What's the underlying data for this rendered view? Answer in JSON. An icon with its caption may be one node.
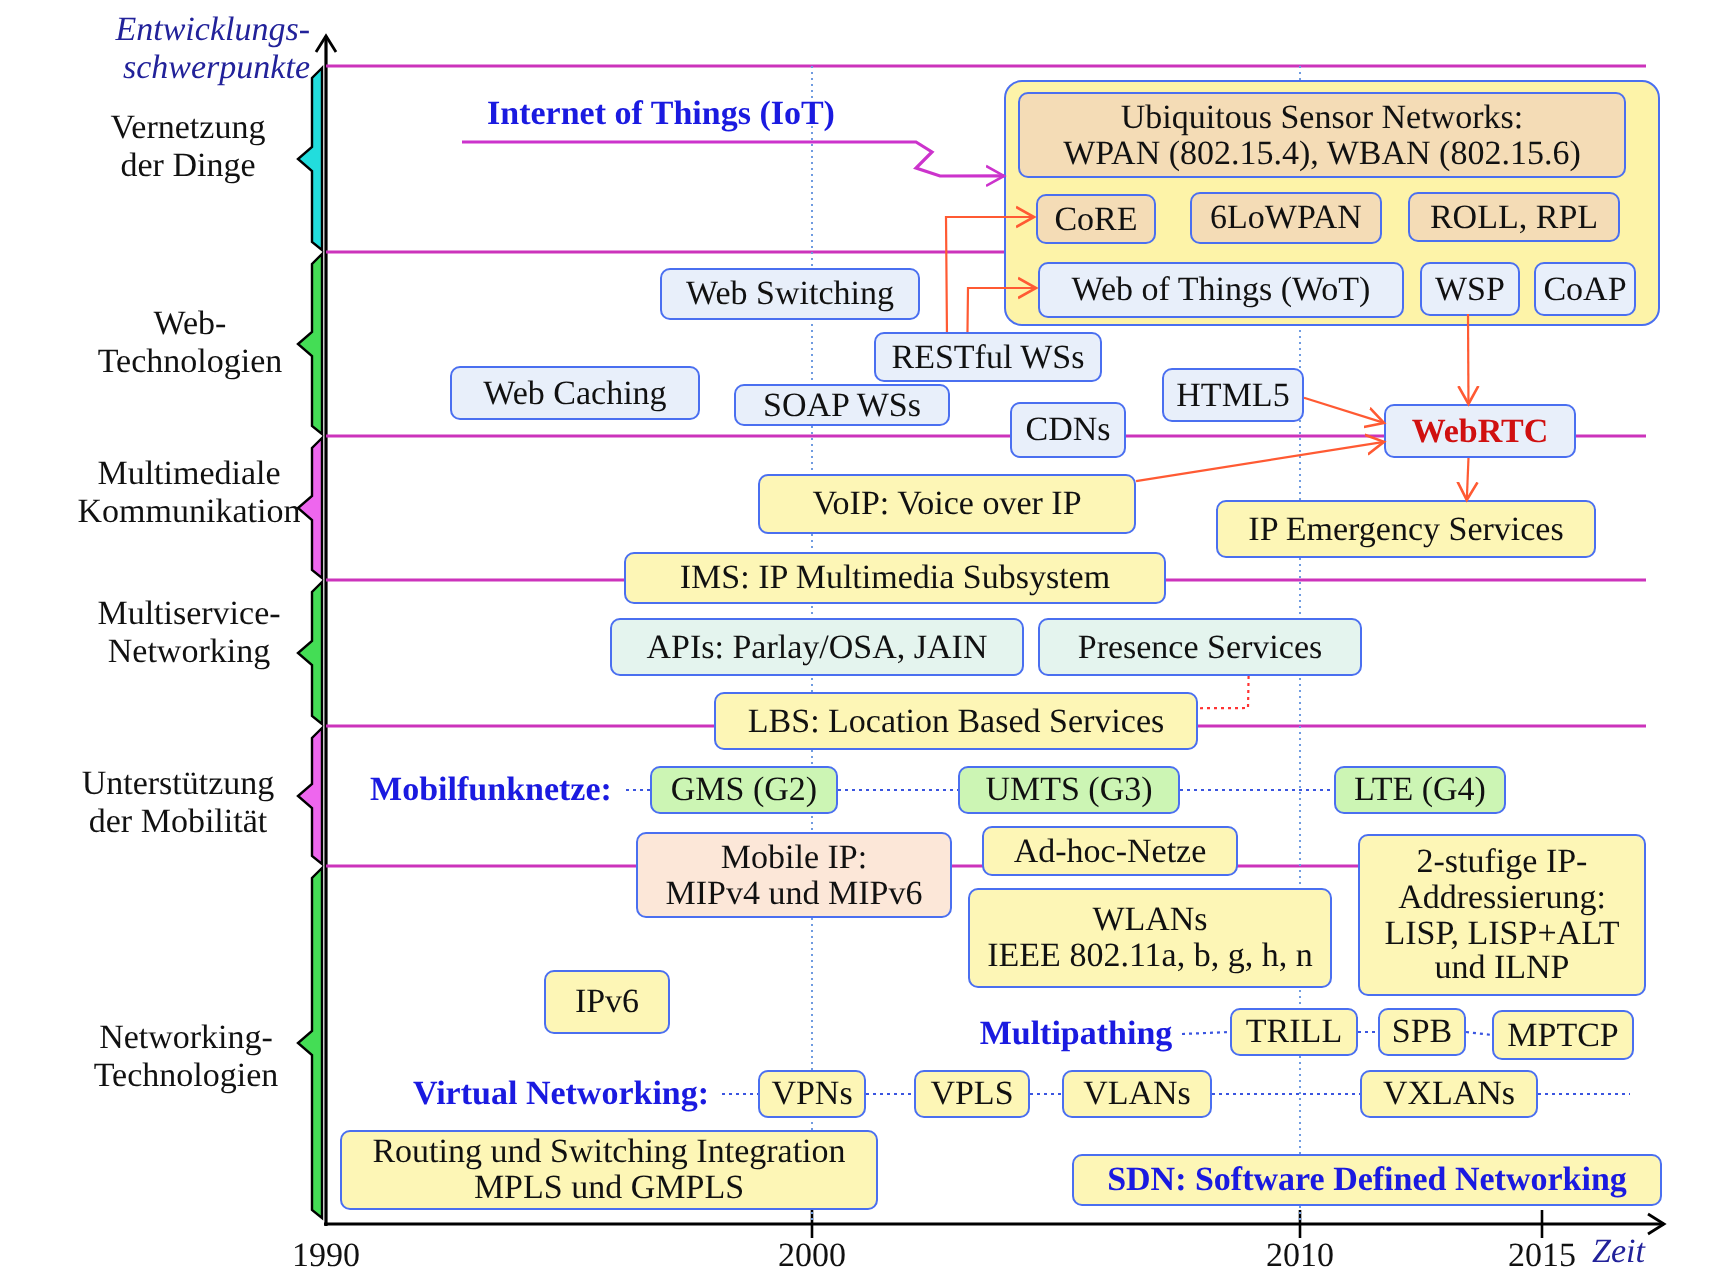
{
  "diagram": {
    "nodes": [
      {
        "text": [
          "Internet of Things (IoT)"
        ]
      },
      {
        "text": [],
        "shape": "box"
      },
      {
        "text": [
          "Ubiquitous Sensor Networks:",
          "WPAN (802.15.4), WBAN (802.15.6)"
        ],
        "in": 1
      },
      {
        "text": [
          "CoRE"
        ],
        "in": 1
      },
      {
        "text": [
          "6LoWPAN"
        ],
        "in": 1
      },
      {
        "text": [
          "ROLL, RPL"
        ],
        "in": 1
      },
      {
        "text": [
          "Web of Things (WoT)"
        ],
        "in": 1
      },
      {
        "text": [
          "WSP"
        ],
        "in": 1
      },
      {
        "text": [
          "CoAP"
        ],
        "in": 1
      },
      {
        "text": [
          "Web Switching"
        ]
      },
      {
        "text": [
          "Web Caching"
        ]
      },
      {
        "text": [
          "SOAP WSs"
        ]
      },
      {
        "text": [
          "RESTful WSs"
        ]
      },
      {
        "text": [
          "HTML5"
        ]
      },
      {
        "text": [
          "CDNs"
        ]
      },
      {
        "text": [
          "WebRTC"
        ]
      },
      {
        "text": [
          "VoIP: Voice over IP"
        ]
      },
      {
        "text": [
          "IP Emergency Services"
        ]
      },
      {
        "text": [
          "IMS: IP Multimedia Subsystem"
        ]
      },
      {
        "text": [
          "APIs: Parlay/OSA, JAIN"
        ]
      },
      {
        "text": [
          "Presence Services"
        ]
      },
      {
        "text": [
          "LBS: Location Based Services"
        ]
      },
      {
        "text": [
          "Mobilfunknetze:"
        ]
      },
      {
        "text": [
          "GMS (G2)"
        ]
      },
      {
        "text": [
          "UMTS (G3)"
        ]
      },
      {
        "text": [
          "LTE (G4)"
        ]
      },
      {
        "text": [
          "Mobile IP:",
          "MIPv4 und MIPv6"
        ]
      },
      {
        "text": [
          "Ad-hoc-Netze"
        ]
      },
      {
        "text": [
          "WLANs",
          "IEEE 802.11a, b, g, h, n"
        ]
      },
      {
        "text": [
          "2-stufige IP-Addressierung:",
          "LISP, LISP+ALT und ILNP"
        ]
      },
      {
        "text": [
          "IPv6"
        ]
      },
      {
        "text": [
          "Multipathing"
        ]
      },
      {
        "text": [
          "TRILL"
        ]
      },
      {
        "text": [
          "SPB"
        ]
      },
      {
        "text": [
          "MPTCP"
        ]
      },
      {
        "text": [
          "Virtual Networking:"
        ]
      },
      {
        "text": [
          "VPNs"
        ]
      },
      {
        "text": [
          "VPLS"
        ]
      },
      {
        "text": [
          "VLANs"
        ]
      },
      {
        "text": [
          "VXLANs"
        ]
      },
      {
        "text": [
          "Routing und Switching Integration",
          "MPLS und GMPLS"
        ]
      },
      {
        "text": [
          "SDN: Software Defined Networking"
        ]
      }
    ],
    "edges": [
      {
        "from": 0,
        "to": 1,
        "arrow": "to",
        "color": "#cc33cc"
      },
      {
        "from": 12,
        "to": 3,
        "arrow": "to",
        "color": "#ff5a33"
      },
      {
        "from": 12,
        "to": 6,
        "arrow": "to",
        "color": "#ff5a33"
      },
      {
        "from": 7,
        "to": 15,
        "arrow": "to",
        "color": "#ff5a33"
      },
      {
        "from": 13,
        "to": 15,
        "arrow": "to",
        "color": "#ff5a33"
      },
      {
        "from": 16,
        "to": 15,
        "arrow": "to",
        "color": "#ff5a33"
      },
      {
        "from": 15,
        "to": 17,
        "arrow": "to",
        "color": "#ff5a33"
      },
      {
        "from": 20,
        "to": 21,
        "arrow": "none",
        "style": "dashed",
        "color": "#ff3333"
      },
      {
        "from": 22,
        "to": 23,
        "arrow": "none",
        "style": "dashed"
      },
      {
        "from": 23,
        "to": 24,
        "arrow": "none",
        "style": "dashed"
      },
      {
        "from": 24,
        "to": 25,
        "arrow": "none",
        "style": "dashed"
      },
      {
        "from": 31,
        "to": 32,
        "arrow": "none",
        "style": "dashed"
      },
      {
        "from": 32,
        "to": 33,
        "arrow": "none",
        "style": "dashed"
      },
      {
        "from": 33,
        "to": 34,
        "arrow": "none",
        "style": "dashed"
      },
      {
        "from": 35,
        "to": 36,
        "arrow": "none",
        "style": "dashed"
      },
      {
        "from": 36,
        "to": 37,
        "arrow": "none",
        "style": "dashed"
      },
      {
        "from": 37,
        "to": 38,
        "arrow": "none",
        "style": "dashed"
      },
      {
        "from": 38,
        "to": 39,
        "arrow": "none",
        "style": "dashed"
      },
      {
        "from": 39,
        "to": null,
        "arrow": "none",
        "style": "dashed"
      }
    ],
    "labels": [
      "Entwicklungs- schwerpunkte",
      "Vernetzung der Dinge",
      "Web- Technologien",
      "Multimediale Kommunikation",
      "Multiservice- Networking",
      "Unterstützung der Mobilität",
      "Networking- Technologien",
      "1990",
      "2000",
      "2010",
      "2015",
      "Zeit"
    ]
  }
}
